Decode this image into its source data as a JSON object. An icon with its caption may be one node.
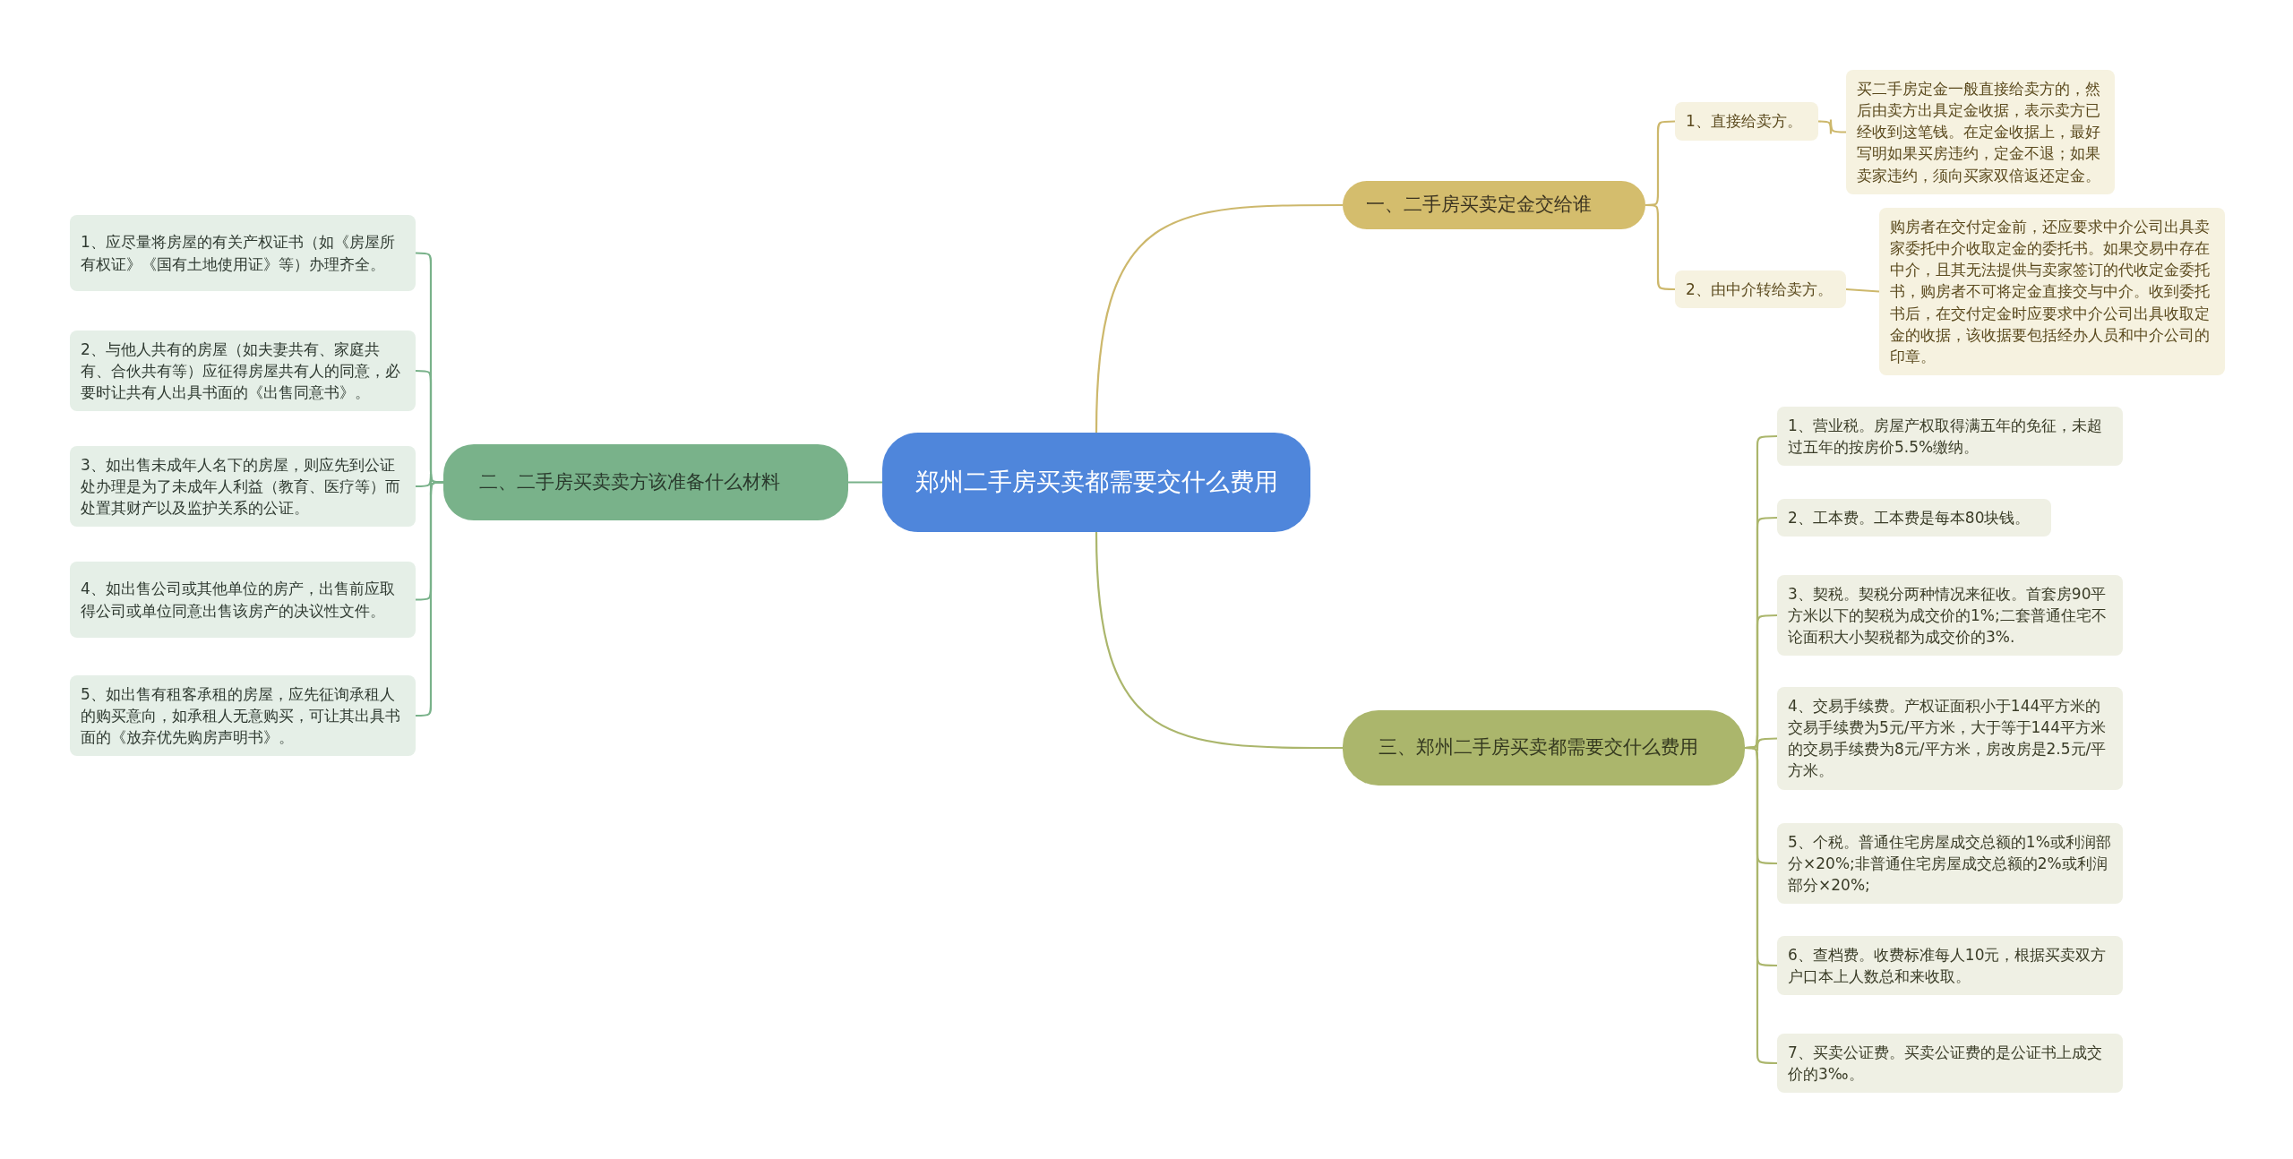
{
  "diagram": {
    "nodes": [
      {
        "text": [
          "郑州二手房买卖都需要交什么费用"
        ]
      },
      {
        "text": [
          "一、二手房买卖定金交给谁"
        ]
      },
      {
        "text": [
          "1、直接给卖方。"
        ]
      },
      {
        "text": [
          "买二手房定金一般直接给卖方的，然后由卖方出具定金收据，表示卖方已经收到这笔钱。在定金收据上，最好写明如果买房违约，定金不退；如果卖家违约，须向买家双倍返还定金。"
        ]
      },
      {
        "text": [
          "2、由中介转给卖方。"
        ]
      },
      {
        "text": [
          "购房者在交付定金前，还应要求中介公司出具卖家委托中介收取定金的委托书。如果交易中存在中介，且其无法提供与卖家签订的代收定金委托书，购房者不可将定金直接交与中介。收到委托书后，在交付定金时应要求中介公司出具收取定金的收据，该收据要包括经办人员和中介公司的印章。"
        ]
      },
      {
        "text": [
          "二、二手房买卖卖方该准备什么材料"
        ]
      },
      {
        "text": [
          "1、应尽量将房屋的有关产权证书（如《房屋所有权证》《国有土地使用证》等）办理齐全。"
        ]
      },
      {
        "text": [
          "2、与他人共有的房屋（如夫妻共有、家庭共有、合伙共有等）应征得房屋共有人的同意，必要时让共有人出具书面的《出售同意书》。"
        ]
      },
      {
        "text": [
          "3、如出售未成年人名下的房屋，则应先到公证处办理是为了未成年人利益（教育、医疗等）而处置其财产以及监护关系的公证。"
        ]
      },
      {
        "text": [
          "4、如出售公司或其他单位的房产，出售前应取得公司或单位同意出售该房产的决议性文件。"
        ]
      },
      {
        "text": [
          "5、如出售有租客承租的房屋，应先征询承租人的购买意向，如承租人无意购买，可让其出具书面的《放弃优先购房声明书》。"
        ]
      },
      {
        "text": [
          "三、郑州二手房买卖都需要交什么费用"
        ]
      },
      {
        "text": [
          "1、营业税。房屋产权取得满五年的免征，未超过五年的按房价5.5%缴纳。"
        ]
      },
      {
        "text": [
          "2、工本费。工本费是每本80块钱。"
        ]
      },
      {
        "text": [
          "3、契税。契税分两种情况来征收。首套房90平方米以下的契税为成交价的1%;二套普通住宅不论面积大小契税都为成交价的3%."
        ]
      },
      {
        "text": [
          "4、交易手续费。产权证面积小于144平方米的交易手续费为5元/平方米，大于等于144平方米的交易手续费为8元/平方米，房改房是2.5元/平方米。"
        ]
      },
      {
        "text": [
          "5、个税。普通住宅房屋成交总额的1%或利润部分×20%;非普通住宅房屋成交总额的2%或利润部分×20%;"
        ]
      },
      {
        "text": [
          "6、查档费。收费标准每人10元，根据买卖双方户口本上人数总和来收取。"
        ]
      },
      {
        "text": [
          "7、买卖公证费。买卖公证费的是公证书上成交价的3‰。"
        ]
      }
    ],
    "edges": [
      {
        "from": 0,
        "to": 1,
        "arrow": "none",
        "color": "#cdb86c"
      },
      {
        "from": 1,
        "to": 2,
        "arrow": "none",
        "color": "#cdb86c"
      },
      {
        "from": 2,
        "to": 3,
        "arrow": "none",
        "color": "#cdb86c"
      },
      {
        "from": 1,
        "to": 4,
        "arrow": "none",
        "color": "#cdb86c"
      },
      {
        "from": 4,
        "to": 5,
        "arrow": "none",
        "color": "#cdb86c"
      },
      {
        "from": 0,
        "to": 6,
        "arrow": "none",
        "color": "#79b28a"
      },
      {
        "from": 6,
        "to": 7,
        "arrow": "none",
        "color": "#79b28a"
      },
      {
        "from": 6,
        "to": 8,
        "arrow": "none",
        "color": "#79b28a"
      },
      {
        "from": 6,
        "to": 9,
        "arrow": "none",
        "color": "#79b28a"
      },
      {
        "from": 6,
        "to": 10,
        "arrow": "none",
        "color": "#79b28a"
      },
      {
        "from": 6,
        "to": 11,
        "arrow": "none",
        "color": "#79b28a"
      },
      {
        "from": 0,
        "to": 12,
        "arrow": "none"
      },
      {
        "from": 12,
        "to": 13,
        "arrow": "none"
      },
      {
        "from": 12,
        "to": 14,
        "arrow": "none"
      },
      {
        "from": 12,
        "to": 15,
        "arrow": "none"
      },
      {
        "from": 12,
        "to": 16,
        "arrow": "none"
      },
      {
        "from": 12,
        "to": 17,
        "arrow": "none"
      },
      {
        "from": 12,
        "to": 18,
        "arrow": "none"
      },
      {
        "from": 12,
        "to": 19,
        "arrow": "none"
      }
    ]
  }
}
